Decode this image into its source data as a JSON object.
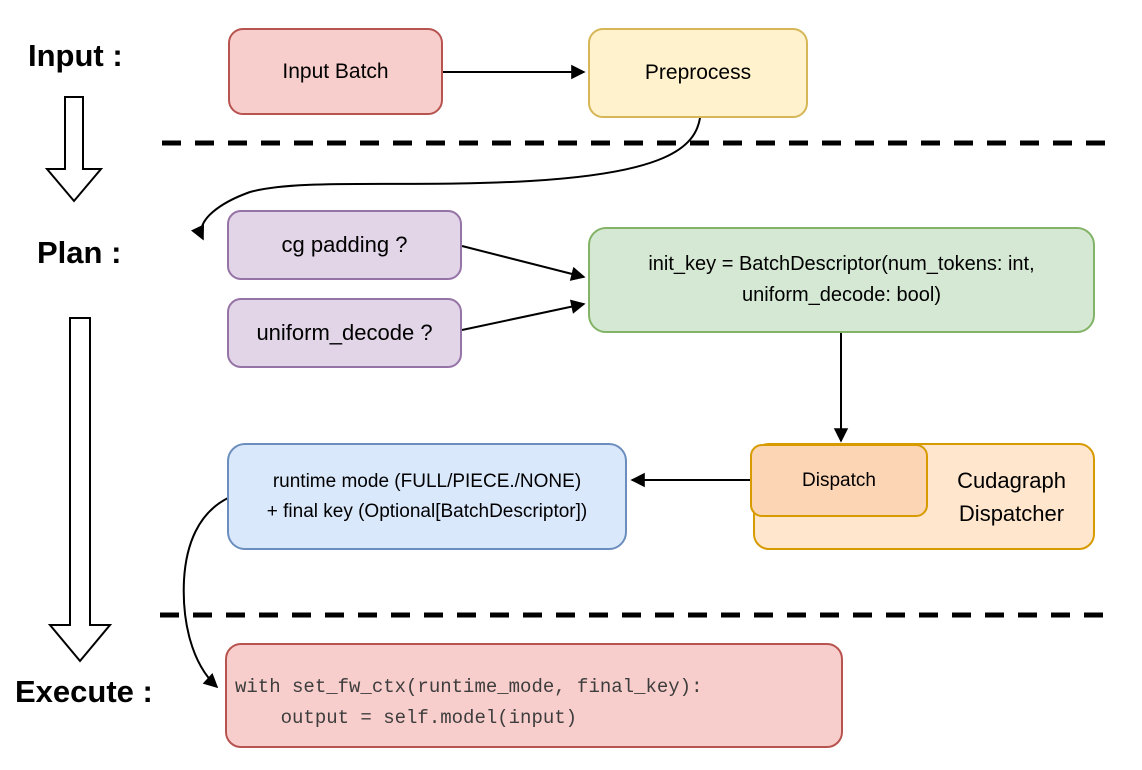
{
  "section_labels": {
    "input": "Input :",
    "plan": "Plan :",
    "execute": "Execute :"
  },
  "nodes": {
    "input_batch": {
      "label": "Input Batch",
      "fill": "#f8cecc",
      "stroke": "#b85450"
    },
    "preprocess": {
      "label": "Preprocess",
      "fill": "#fff2cc",
      "stroke": "#d6b656"
    },
    "cg_padding": {
      "label": "cg padding ?",
      "fill": "#e1d5e7",
      "stroke": "#9673a6"
    },
    "uniform_decode": {
      "label": "uniform_decode ?",
      "fill": "#e1d5e7",
      "stroke": "#9673a6"
    },
    "init_key": {
      "line1": "init_key = BatchDescriptor(num_tokens: int,",
      "line2": "uniform_decode: bool)",
      "fill": "#d5e8d4",
      "stroke": "#82b366"
    },
    "dispatch": {
      "label": "Dispatch",
      "fill": "#fcd5b5",
      "stroke": "#d79b00"
    },
    "cudagraph_dispatcher": {
      "line1": "Cudagraph",
      "line2": "Dispatcher",
      "fill": "#ffe6cc",
      "stroke": "#d79b00"
    },
    "runtime_mode": {
      "line1": "runtime mode (FULL/PIECE./NONE)",
      "line2": "+ final key (Optional[BatchDescriptor])",
      "fill": "#dae8fc",
      "stroke": "#6c8ebf"
    },
    "execute_code": {
      "line1": "with set_fw_ctx(runtime_mode, final_key):",
      "line2": "    output = self.model(input)",
      "fill": "#f8cecc",
      "stroke": "#b85450",
      "text_color": "#3d3d3d"
    }
  },
  "connector_color": "#000000"
}
